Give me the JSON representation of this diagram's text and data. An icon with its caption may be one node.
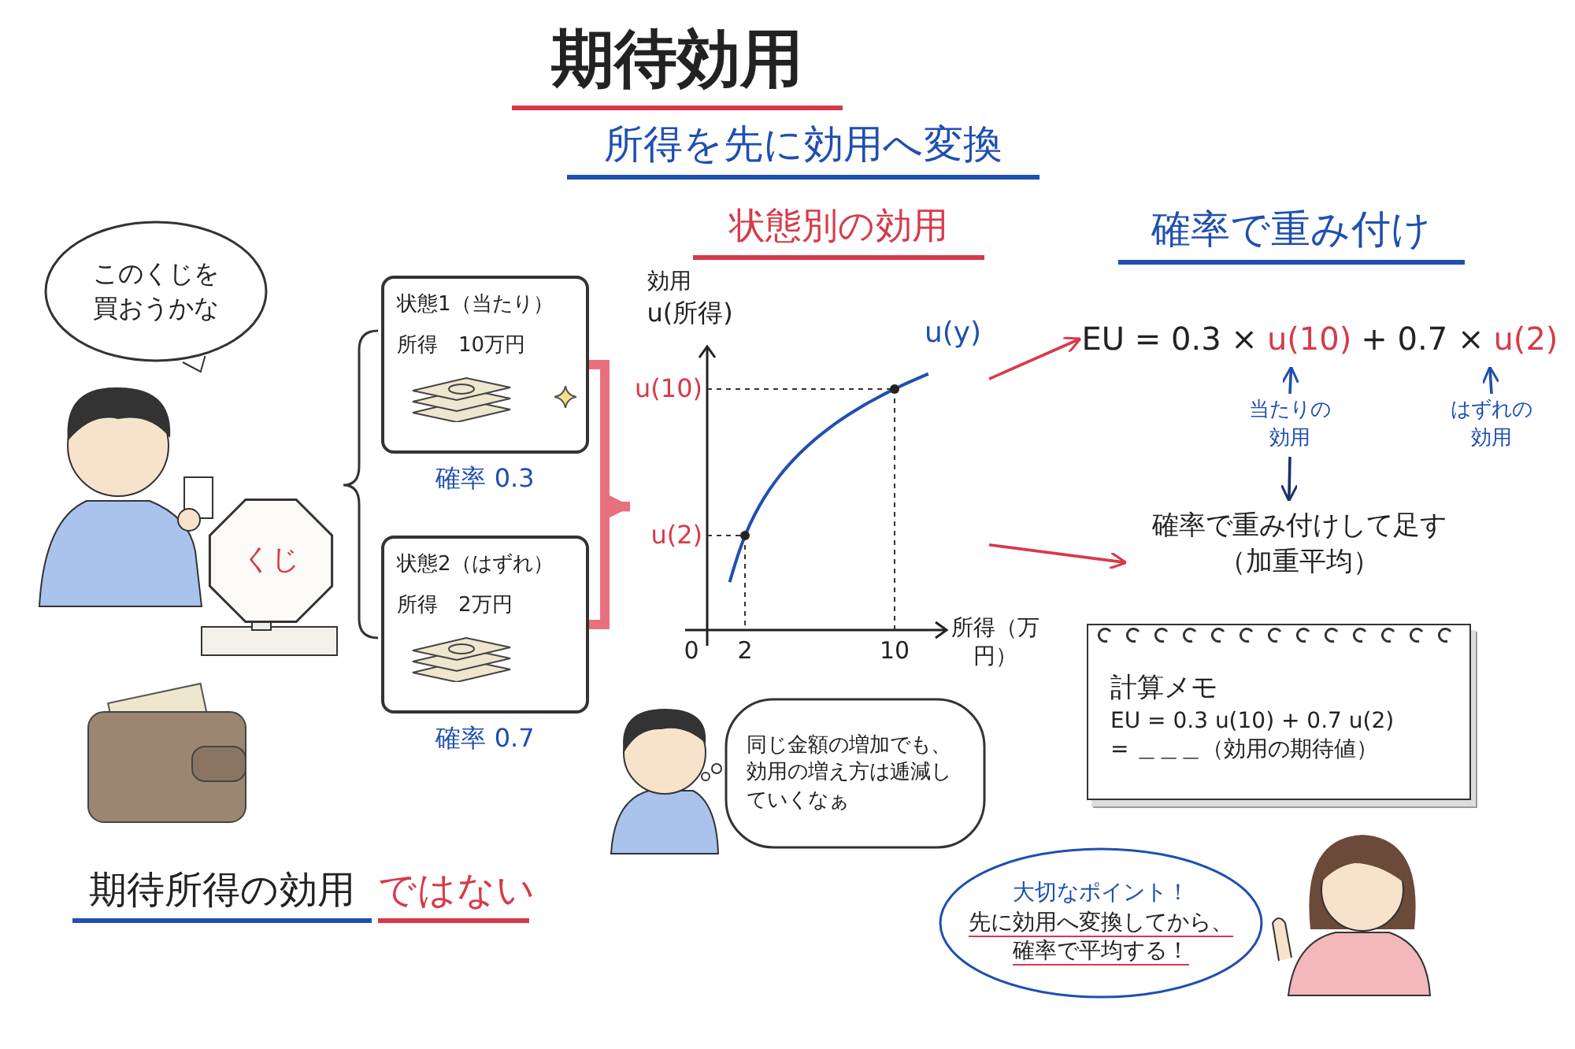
{
  "diagram": {
    "title": "期待効用",
    "nodes": [
      {
        "text": [
          "このくじを買おうかな"
        ]
      },
      {
        "text": [
          "状態1（当たり）",
          "所得　10万円"
        ],
        "beside": [
          "確率 0.3"
        ]
      },
      {
        "text": [
          "状態2（はずれ）",
          "所得　2万円"
        ],
        "beside": [
          "確率 0.7"
        ]
      },
      {
        "text": [],
        "shape": "picture"
      },
      {
        "text": [
          "EU = 0.3 ×",
          "u(10)",
          "+ 0.7 ×",
          "u(2)"
        ]
      },
      {
        "text": [
          "当たりの効用"
        ]
      },
      {
        "text": [
          "はずれの効用"
        ]
      },
      {
        "text": [
          "確率で重み付けして足す",
          "（加重平均）"
        ]
      },
      {
        "text": [
          "計算メモ",
          "EU = 0.3 u(10) + 0.7 u(2)",
          "= ＿＿＿（効用の期待値）"
        ]
      },
      {
        "text": [
          "同じ金額の増加でも、効用の増え方は逓減していくなぁ"
        ]
      },
      {
        "text": [
          "大切なポイント！",
          "先に効用へ変換してから、確率で平均する！"
        ]
      }
    ],
    "edges": [
      {
        "from": 1,
        "to": 3,
        "arrow": "to",
        "style": "thick",
        "color": "#e8707e"
      },
      {
        "from": 2,
        "to": 3,
        "arrow": "to",
        "style": "thick",
        "color": "#e8707e"
      },
      {
        "from": 3,
        "to": 4,
        "arrow": "to",
        "color": "#d63a4a"
      },
      {
        "from": 3,
        "to": 7,
        "arrow": "to",
        "color": "#d63a4a"
      },
      {
        "from": 5,
        "to": 4,
        "arrow": "to",
        "color": "#1f4fb0"
      },
      {
        "from": 6,
        "to": 4,
        "arrow": "to",
        "color": "#1f4fb0"
      },
      {
        "from": 5,
        "to": 7,
        "arrow": "to",
        "color": "#1f2f6b"
      }
    ],
    "labels": [
      "所得を先に効用へ変換",
      "くじ",
      "状態別の効用",
      "確率で重み付け",
      "効用",
      "u(所得)",
      "u(y)",
      "u(10)",
      "u(2)",
      "0",
      "2",
      "10",
      "所得（万円）",
      "期待所得の効用",
      "ではない"
    ]
  }
}
